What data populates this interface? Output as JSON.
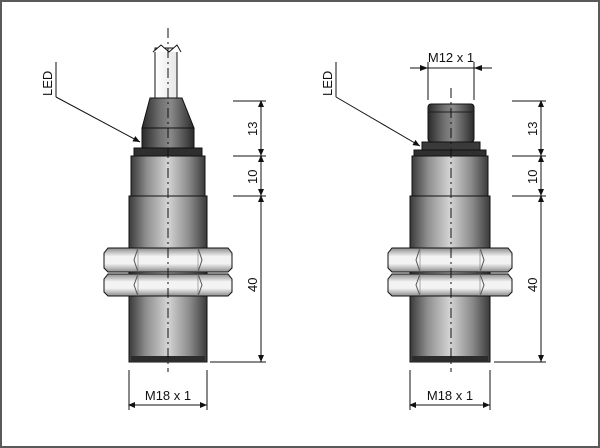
{
  "colors": {
    "frame": "#5a5a5a",
    "body_dark": "#3d3d3d",
    "body_light": "#c9c9c9",
    "nut_light": "#f1f1f1",
    "nut_dark": "#8a8a8a",
    "line": "#111111"
  },
  "left_sensor": {
    "led_label": "LED",
    "thread_label": "M18 x 1",
    "dim_top": "13",
    "dim_mid": "10",
    "dim_body": "40"
  },
  "right_sensor": {
    "led_label": "LED",
    "connector_label": "M12 x 1",
    "thread_label": "M18 x 1",
    "dim_top": "13",
    "dim_mid": "10",
    "dim_body": "40"
  }
}
